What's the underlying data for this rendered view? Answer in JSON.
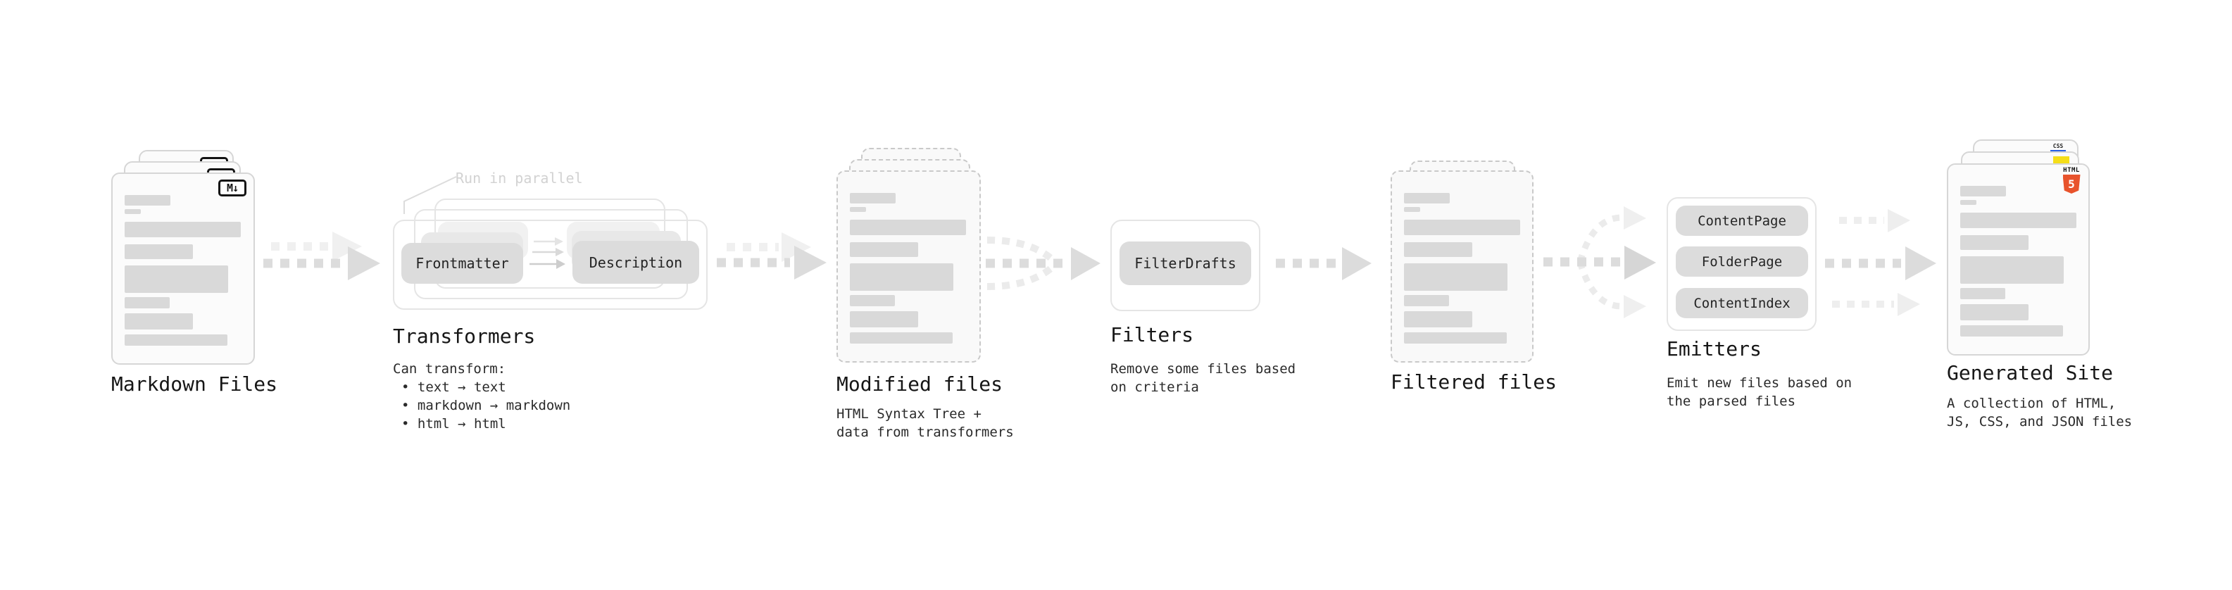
{
  "markdown_files": {
    "title": "Markdown Files",
    "badge": "M↓"
  },
  "transformers": {
    "title": "Transformers",
    "parallel_note": "Run in parallel",
    "input_pill": "Frontmatter",
    "output_pill": "Description",
    "description_heading": "Can transform:",
    "bullets": [
      "• text → text",
      "• markdown → markdown",
      "• html → html"
    ]
  },
  "modified_files": {
    "title": "Modified files",
    "description": "HTML Syntax Tree +\ndata from transformers"
  },
  "filters": {
    "title": "Filters",
    "pill": "FilterDrafts",
    "description": "Remove some files based\non criteria"
  },
  "filtered_files": {
    "title": "Filtered files"
  },
  "emitters": {
    "title": "Emitters",
    "pills": [
      "ContentPage",
      "FolderPage",
      "ContentIndex"
    ],
    "description": "Emit new files based on\nthe parsed files"
  },
  "generated_site": {
    "title": "Generated Site",
    "description": "A collection of HTML,\nJS, CSS, and JSON files",
    "css_badge": "CSS",
    "html_badge_label": "HTML",
    "html_badge_number": "5"
  },
  "icons": {
    "markdown_badge": "markdown-icon",
    "css_badge": "css3-icon",
    "js_badge": "javascript-icon",
    "html5_badge": "html5-icon"
  },
  "colors": {
    "html5_orange": "#e8532c",
    "js_yellow": "#f5de19",
    "css_blue": "#2760e6",
    "card_border": "#d6d6d6",
    "dashed_border": "#c9c9c9",
    "bar_gray": "#d9d9d9",
    "pill_gray": "#dcdcdc",
    "arrow_gray": "#dcdcdc",
    "arrow_ghost": "#efefef",
    "note_gray": "#d2d2d2"
  }
}
